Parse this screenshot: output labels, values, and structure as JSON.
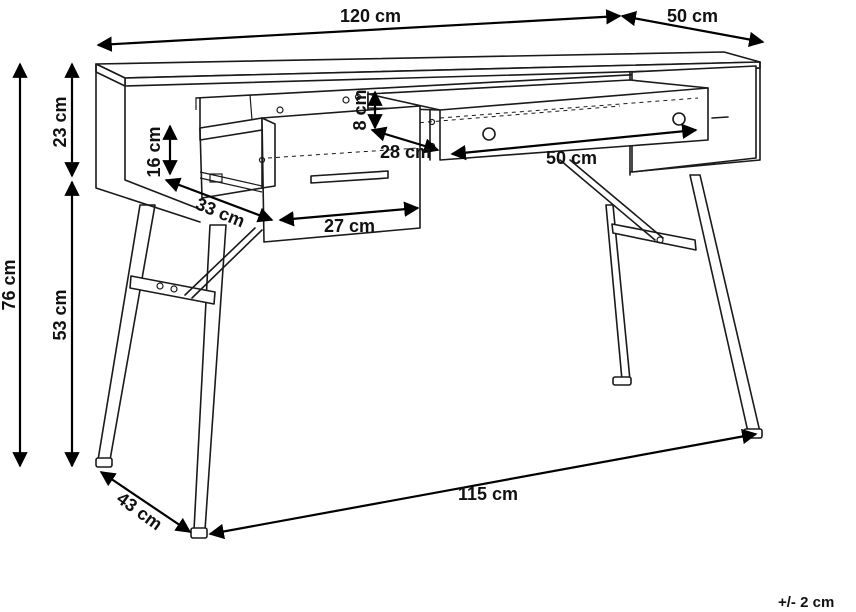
{
  "dimensions": {
    "width_top": "120 cm",
    "depth_top": "50 cm",
    "height_total": "76 cm",
    "height_upper": "23 cm",
    "height_lower": "53 cm",
    "drawer_height": "16 cm",
    "drawer_depth": "33 cm",
    "drawer_width_small": "27 cm",
    "tray_height": "8 cm",
    "tray_depth": "28 cm",
    "tray_width": "50 cm",
    "leg_depth": "43 cm",
    "leg_span": "115 cm"
  },
  "tolerance": "+/- 2 cm",
  "colors": {
    "line": "#1a1a1a",
    "dimension": "#000000",
    "background": "#ffffff"
  }
}
